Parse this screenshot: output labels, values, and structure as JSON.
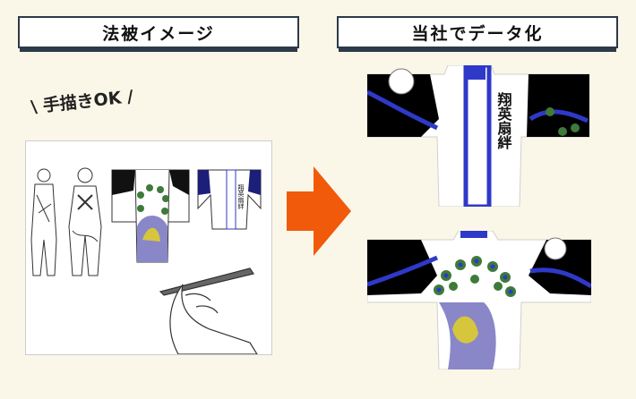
{
  "header_left": "法被イメージ",
  "header_right": "当社でデータ化",
  "handwrite_note": "\\ 手描きOK /",
  "collar_text": "翔英扇絆",
  "collar_text_small": "翔英扇絆",
  "colors": {
    "background": "#fbf7e8",
    "arrow": "#f15a0a",
    "navy": "#1c1f7a",
    "blue": "#2f39c8",
    "peacock_green": "#3e7a3a",
    "peacock_purple": "#8a87c8"
  }
}
